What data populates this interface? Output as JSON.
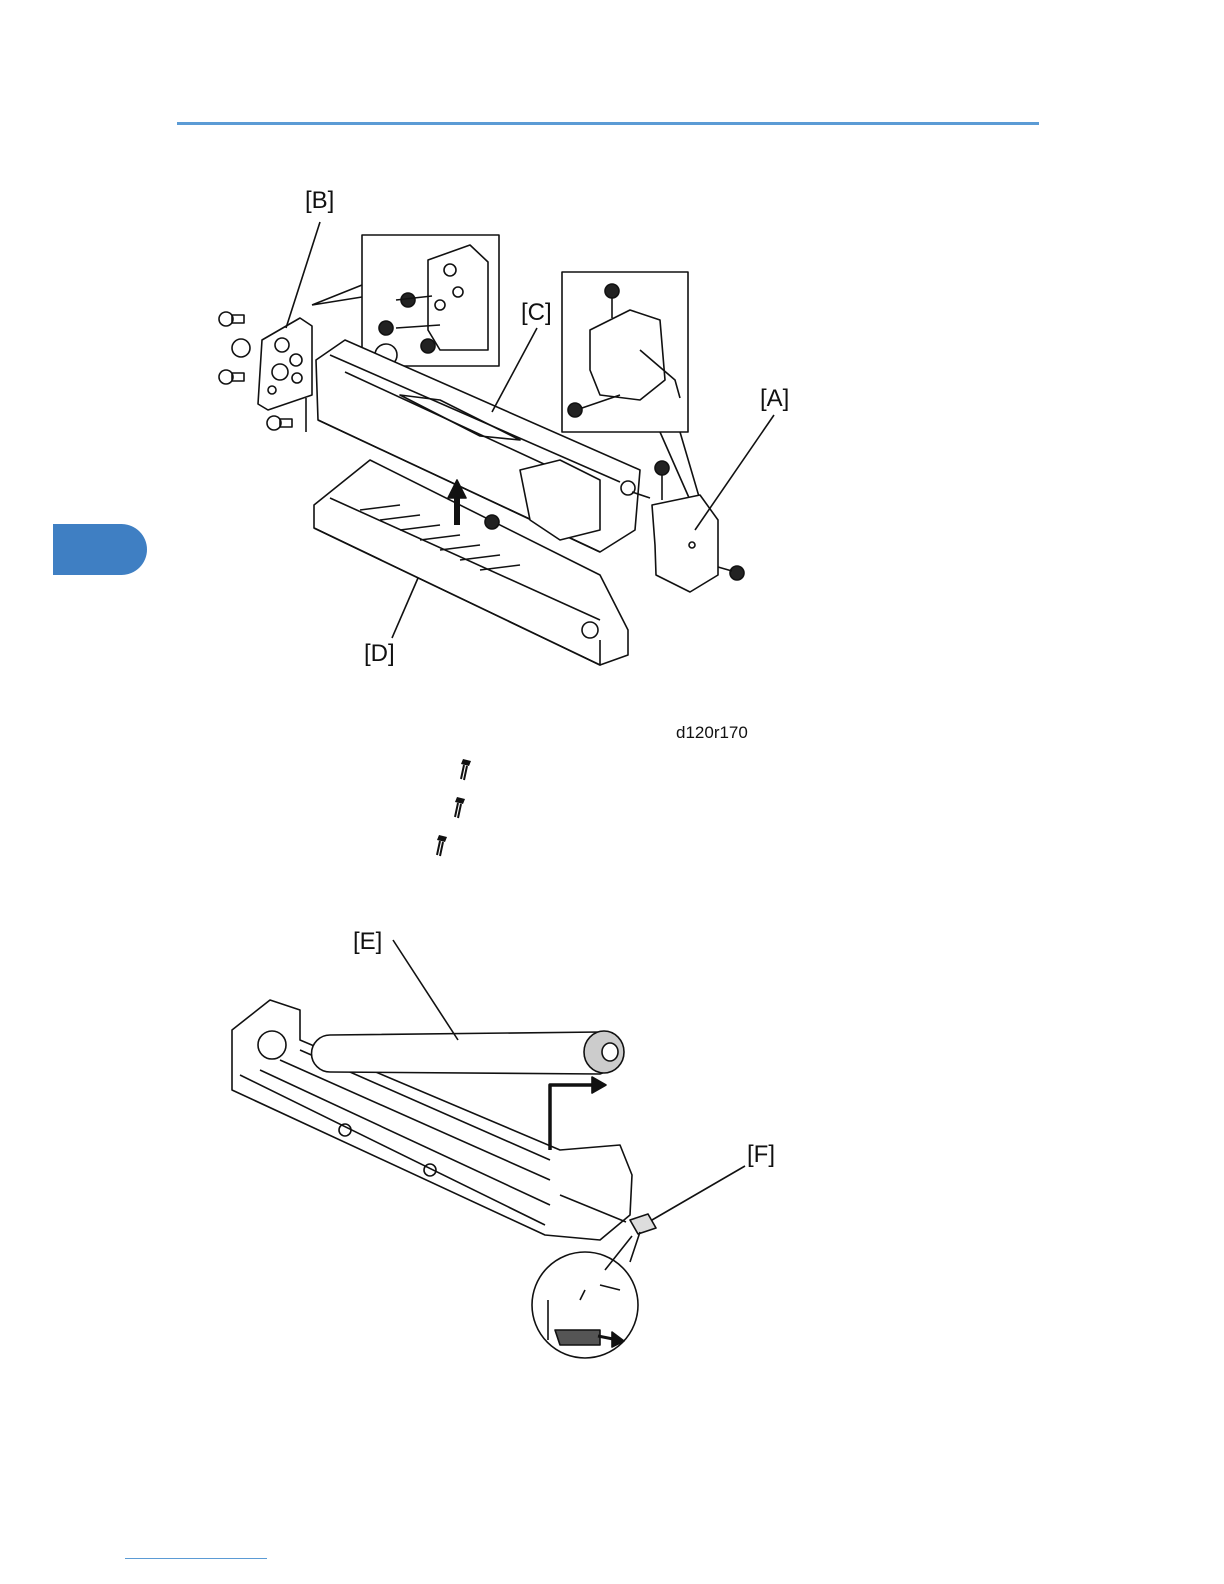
{
  "figure_top": {
    "callouts": {
      "a": "[A]",
      "b": "[B]",
      "c": "[C]",
      "d": "[D]"
    },
    "figure_id": "d120r170"
  },
  "figure_bottom": {
    "callouts": {
      "e": "[E]",
      "f": "[F]"
    }
  },
  "legend_icons": [
    "screw-icon",
    "screw-icon",
    "screw-icon"
  ],
  "colors": {
    "accent": "#5b9bd5",
    "tab": "#3f7fc3"
  }
}
